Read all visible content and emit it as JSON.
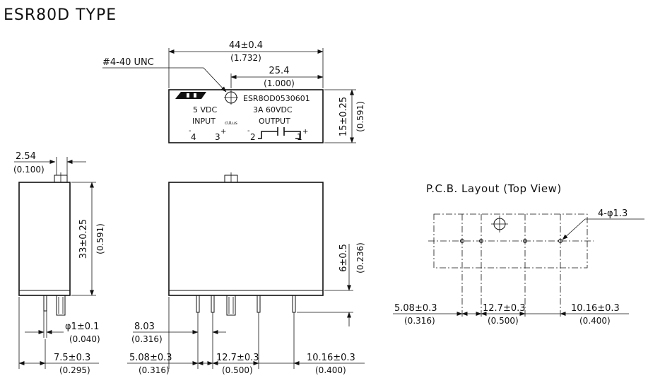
{
  "title": "ESR80D TYPE",
  "top_view": {
    "dim_length": "44±0.4",
    "dim_length_in": "(1.732)",
    "dim_hole_offset": "25.4",
    "dim_hole_offset_in": "(1.000)",
    "screw_label": "#4-40 UNC",
    "dim_width": "15±0.25",
    "dim_width_in": "(0.591)",
    "part_number": "ESR8OD0530601",
    "input_voltage": "5 VDC",
    "output_rating": "3A 60VDC",
    "input_label": "INPUT",
    "output_label": "OUTPUT",
    "ul_mark": "cULus",
    "pin4": "4",
    "pin3": "3",
    "pin2": "2",
    "pin1": "1",
    "minus": "-",
    "plus": "+"
  },
  "side_view": {
    "dim_pin_offset": "2.54",
    "dim_pin_offset_in": "(0.100)",
    "dim_height": "33±0.25",
    "dim_height_in": "(0.591)",
    "dim_pin_dia": "φ1±0.1",
    "dim_pin_dia_in": "(0.040)",
    "dim_pin_pos": "7.5±0.3",
    "dim_pin_pos_in": "(0.295)"
  },
  "front_view": {
    "dim_left": "8.03",
    "dim_left_in": "(0.316)",
    "dim_pin_height": "6±0.5",
    "dim_pin_height_in": "(0.236)",
    "dim_a": "5.08±0.3",
    "dim_a_in": "(0.316)",
    "dim_b": "12.7±0.3",
    "dim_b_in": "(0.500)",
    "dim_c": "10.16±0.3",
    "dim_c_in": "(0.400)"
  },
  "pcb_layout": {
    "title": "P.C.B. Layout (Top View)",
    "holes_label": "4-φ1.3",
    "dim_a": "5.08±0.3",
    "dim_a_in": "(0.316)",
    "dim_b": "12.7±0.3",
    "dim_b_in": "(0.500)",
    "dim_c": "10.16±0.3",
    "dim_c_in": "(0.400)"
  }
}
